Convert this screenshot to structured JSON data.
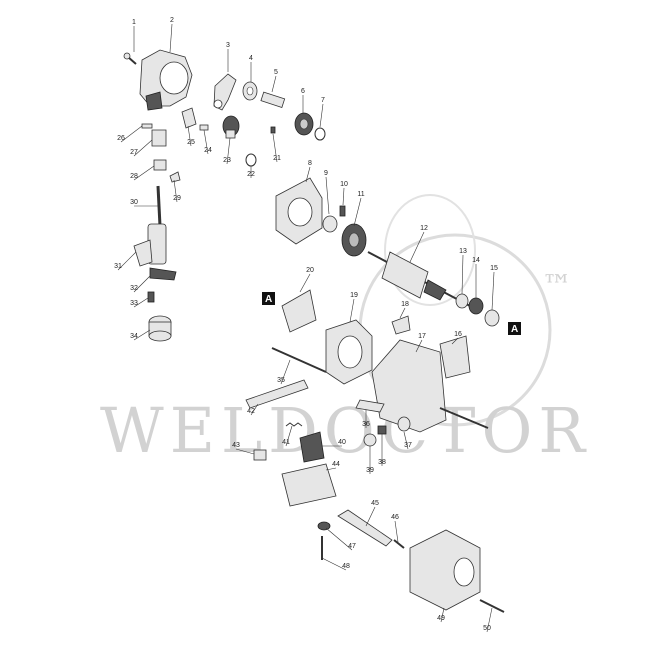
{
  "watermark": {
    "text": "WELDOCTOR",
    "tm": "™",
    "color": "#d2d2d2"
  },
  "reference_marks": [
    "A",
    "A"
  ],
  "parts": [
    {
      "num": "1"
    },
    {
      "num": "2"
    },
    {
      "num": "3"
    },
    {
      "num": "4"
    },
    {
      "num": "5"
    },
    {
      "num": "6"
    },
    {
      "num": "7"
    },
    {
      "num": "8"
    },
    {
      "num": "9"
    },
    {
      "num": "10"
    },
    {
      "num": "11"
    },
    {
      "num": "12"
    },
    {
      "num": "13"
    },
    {
      "num": "14"
    },
    {
      "num": "15"
    },
    {
      "num": "16"
    },
    {
      "num": "17"
    },
    {
      "num": "18"
    },
    {
      "num": "19"
    },
    {
      "num": "20"
    },
    {
      "num": "21"
    },
    {
      "num": "22"
    },
    {
      "num": "23"
    },
    {
      "num": "24"
    },
    {
      "num": "25"
    },
    {
      "num": "26"
    },
    {
      "num": "27"
    },
    {
      "num": "28"
    },
    {
      "num": "29"
    },
    {
      "num": "30"
    },
    {
      "num": "31"
    },
    {
      "num": "32"
    },
    {
      "num": "33"
    },
    {
      "num": "34"
    },
    {
      "num": "35"
    },
    {
      "num": "36"
    },
    {
      "num": "37"
    },
    {
      "num": "38"
    },
    {
      "num": "39"
    },
    {
      "num": "40"
    },
    {
      "num": "41"
    },
    {
      "num": "42"
    },
    {
      "num": "43"
    },
    {
      "num": "44"
    },
    {
      "num": "45"
    },
    {
      "num": "46"
    },
    {
      "num": "47"
    },
    {
      "num": "48"
    },
    {
      "num": "49"
    },
    {
      "num": "50"
    }
  ]
}
